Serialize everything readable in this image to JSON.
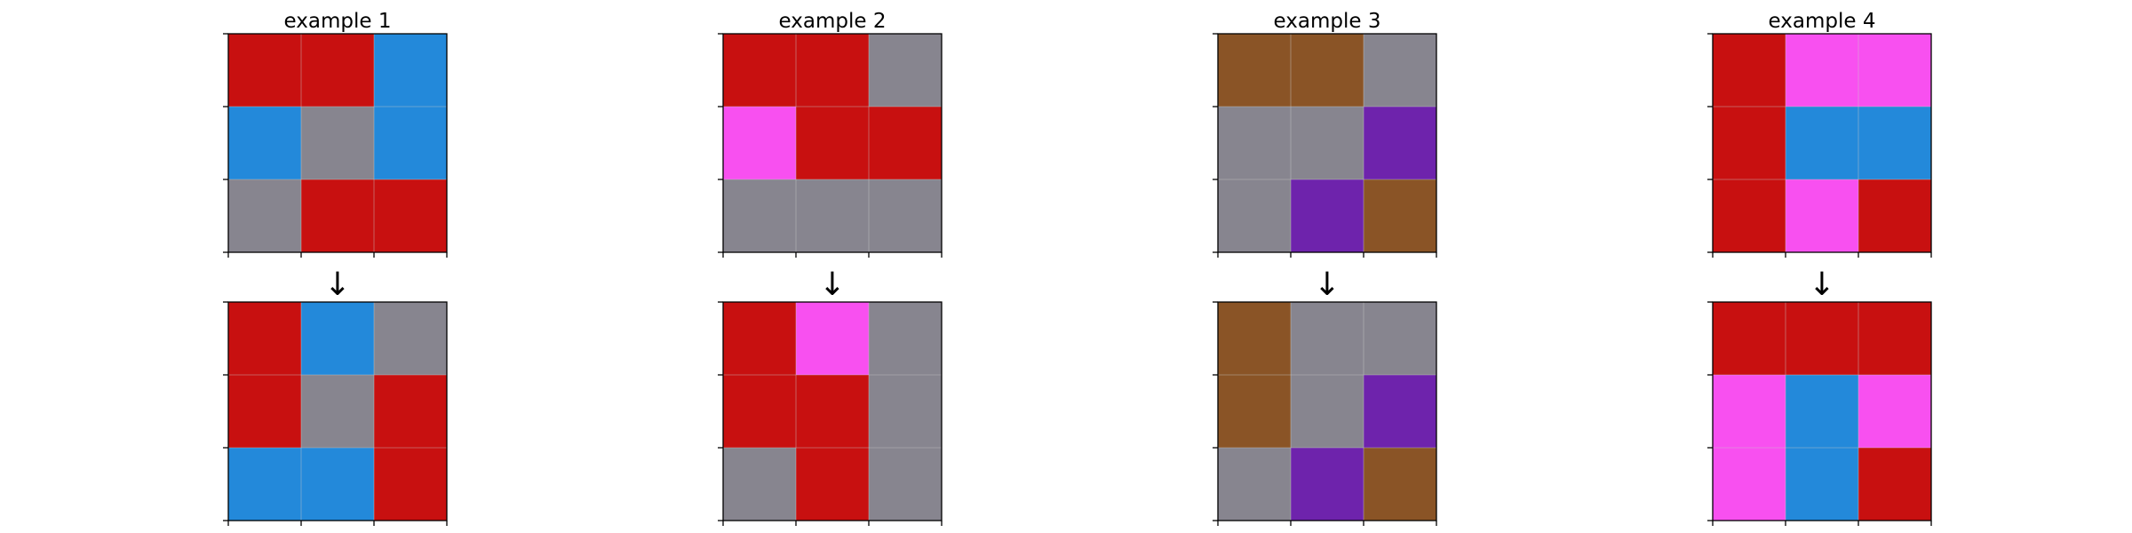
{
  "palette": {
    "R": "#c81010",
    "B": "#2389da",
    "G": "#87858f",
    "M": "#f850f0",
    "N": "#8a5426",
    "P": "#6e23ac"
  },
  "arrow_glyph": "↓",
  "examples": [
    {
      "title": "example 1",
      "input": [
        [
          "R",
          "R",
          "B"
        ],
        [
          "B",
          "G",
          "B"
        ],
        [
          "G",
          "R",
          "R"
        ]
      ],
      "output": [
        [
          "R",
          "B",
          "G"
        ],
        [
          "R",
          "G",
          "R"
        ],
        [
          "B",
          "B",
          "R"
        ]
      ]
    },
    {
      "title": "example 2",
      "input": [
        [
          "R",
          "R",
          "G"
        ],
        [
          "M",
          "R",
          "R"
        ],
        [
          "G",
          "G",
          "G"
        ]
      ],
      "output": [
        [
          "R",
          "M",
          "G"
        ],
        [
          "R",
          "R",
          "G"
        ],
        [
          "G",
          "R",
          "G"
        ]
      ]
    },
    {
      "title": "example 3",
      "input": [
        [
          "N",
          "N",
          "G"
        ],
        [
          "G",
          "G",
          "P"
        ],
        [
          "G",
          "P",
          "N"
        ]
      ],
      "output": [
        [
          "N",
          "G",
          "G"
        ],
        [
          "N",
          "G",
          "P"
        ],
        [
          "G",
          "P",
          "N"
        ]
      ]
    },
    {
      "title": "example 4",
      "input": [
        [
          "R",
          "M",
          "M"
        ],
        [
          "R",
          "B",
          "B"
        ],
        [
          "R",
          "M",
          "R"
        ]
      ],
      "output": [
        [
          "R",
          "R",
          "R"
        ],
        [
          "M",
          "B",
          "M"
        ],
        [
          "M",
          "B",
          "R"
        ]
      ]
    }
  ]
}
